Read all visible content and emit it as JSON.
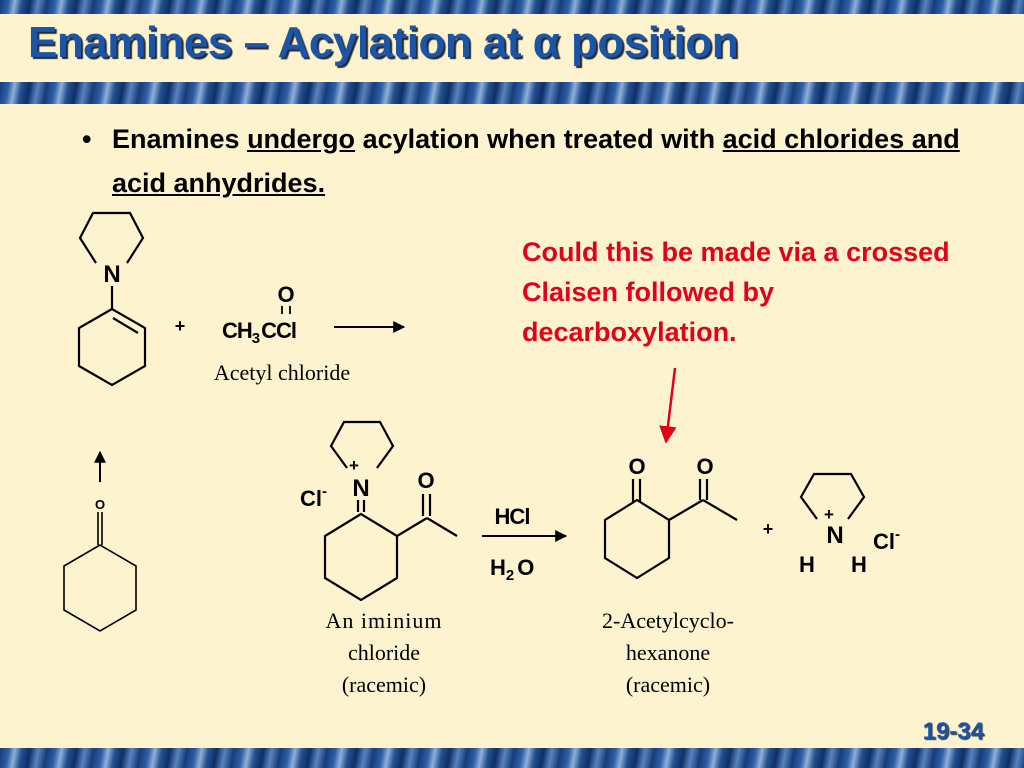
{
  "slide": {
    "title": "Enamines – Acylation at α position",
    "page_number": "19-34"
  },
  "bullet": {
    "marker": "•",
    "parts": [
      "Enamines ",
      "undergo",
      " acylation when treated with ",
      "acid chlorides and acid anhydrides."
    ]
  },
  "note": {
    "text": "Could this be made via a crossed Claisen followed by decarboxylation."
  },
  "scheme": {
    "atoms": {
      "nitrogen": "N",
      "oxygen": "O",
      "hydrogen": "H",
      "chloride": "Cl",
      "charge_minus": "-",
      "charge_plus": "+",
      "plus_sign": "+"
    },
    "reagent": {
      "formula_ch": "CH",
      "formula_sub": "3",
      "formula_ccl": "CCl",
      "name": "Acetyl chloride"
    },
    "conditions": {
      "top": "HCl",
      "bottom_h": "H",
      "bottom_sub": "2",
      "bottom_o": "O"
    },
    "intermediate_caption": [
      "An iminium",
      "chloride",
      "(racemic)"
    ],
    "product_caption": [
      "2-Acetylcyclo-",
      "hexanone",
      "(racemic)"
    ]
  }
}
